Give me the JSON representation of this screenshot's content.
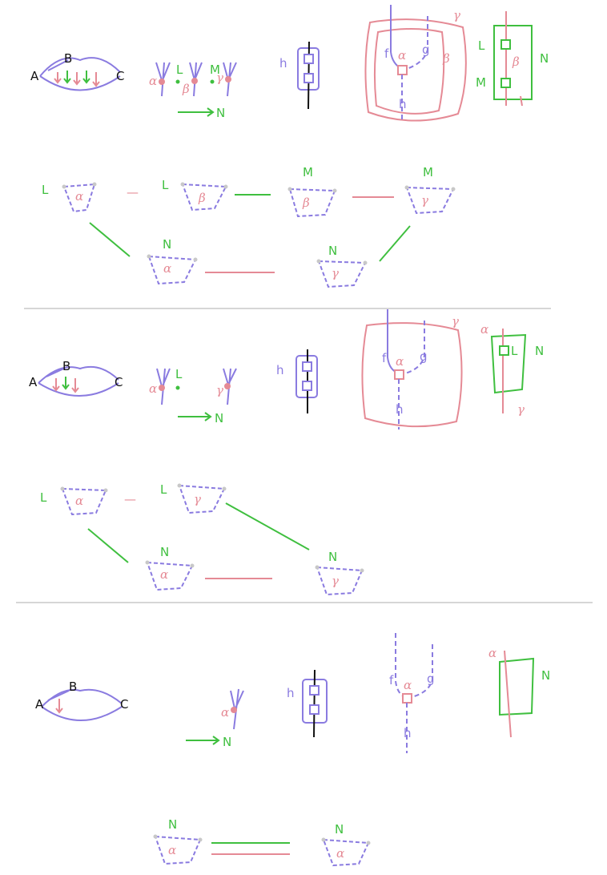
{
  "colors": {
    "purple": "#8a7be0",
    "pink": "#e58a95",
    "green": "#3fbf3f",
    "black": "#111111",
    "grey": "#c8c8c8"
  },
  "labels": {
    "A": "A",
    "B": "B",
    "C": "C",
    "L": "L",
    "M": "M",
    "N": "N",
    "h": "h",
    "f": "f",
    "g": "g",
    "alpha": "α",
    "beta": "β",
    "gamma": "γ",
    "dash": "—",
    "arrow_n": "→ N"
  }
}
